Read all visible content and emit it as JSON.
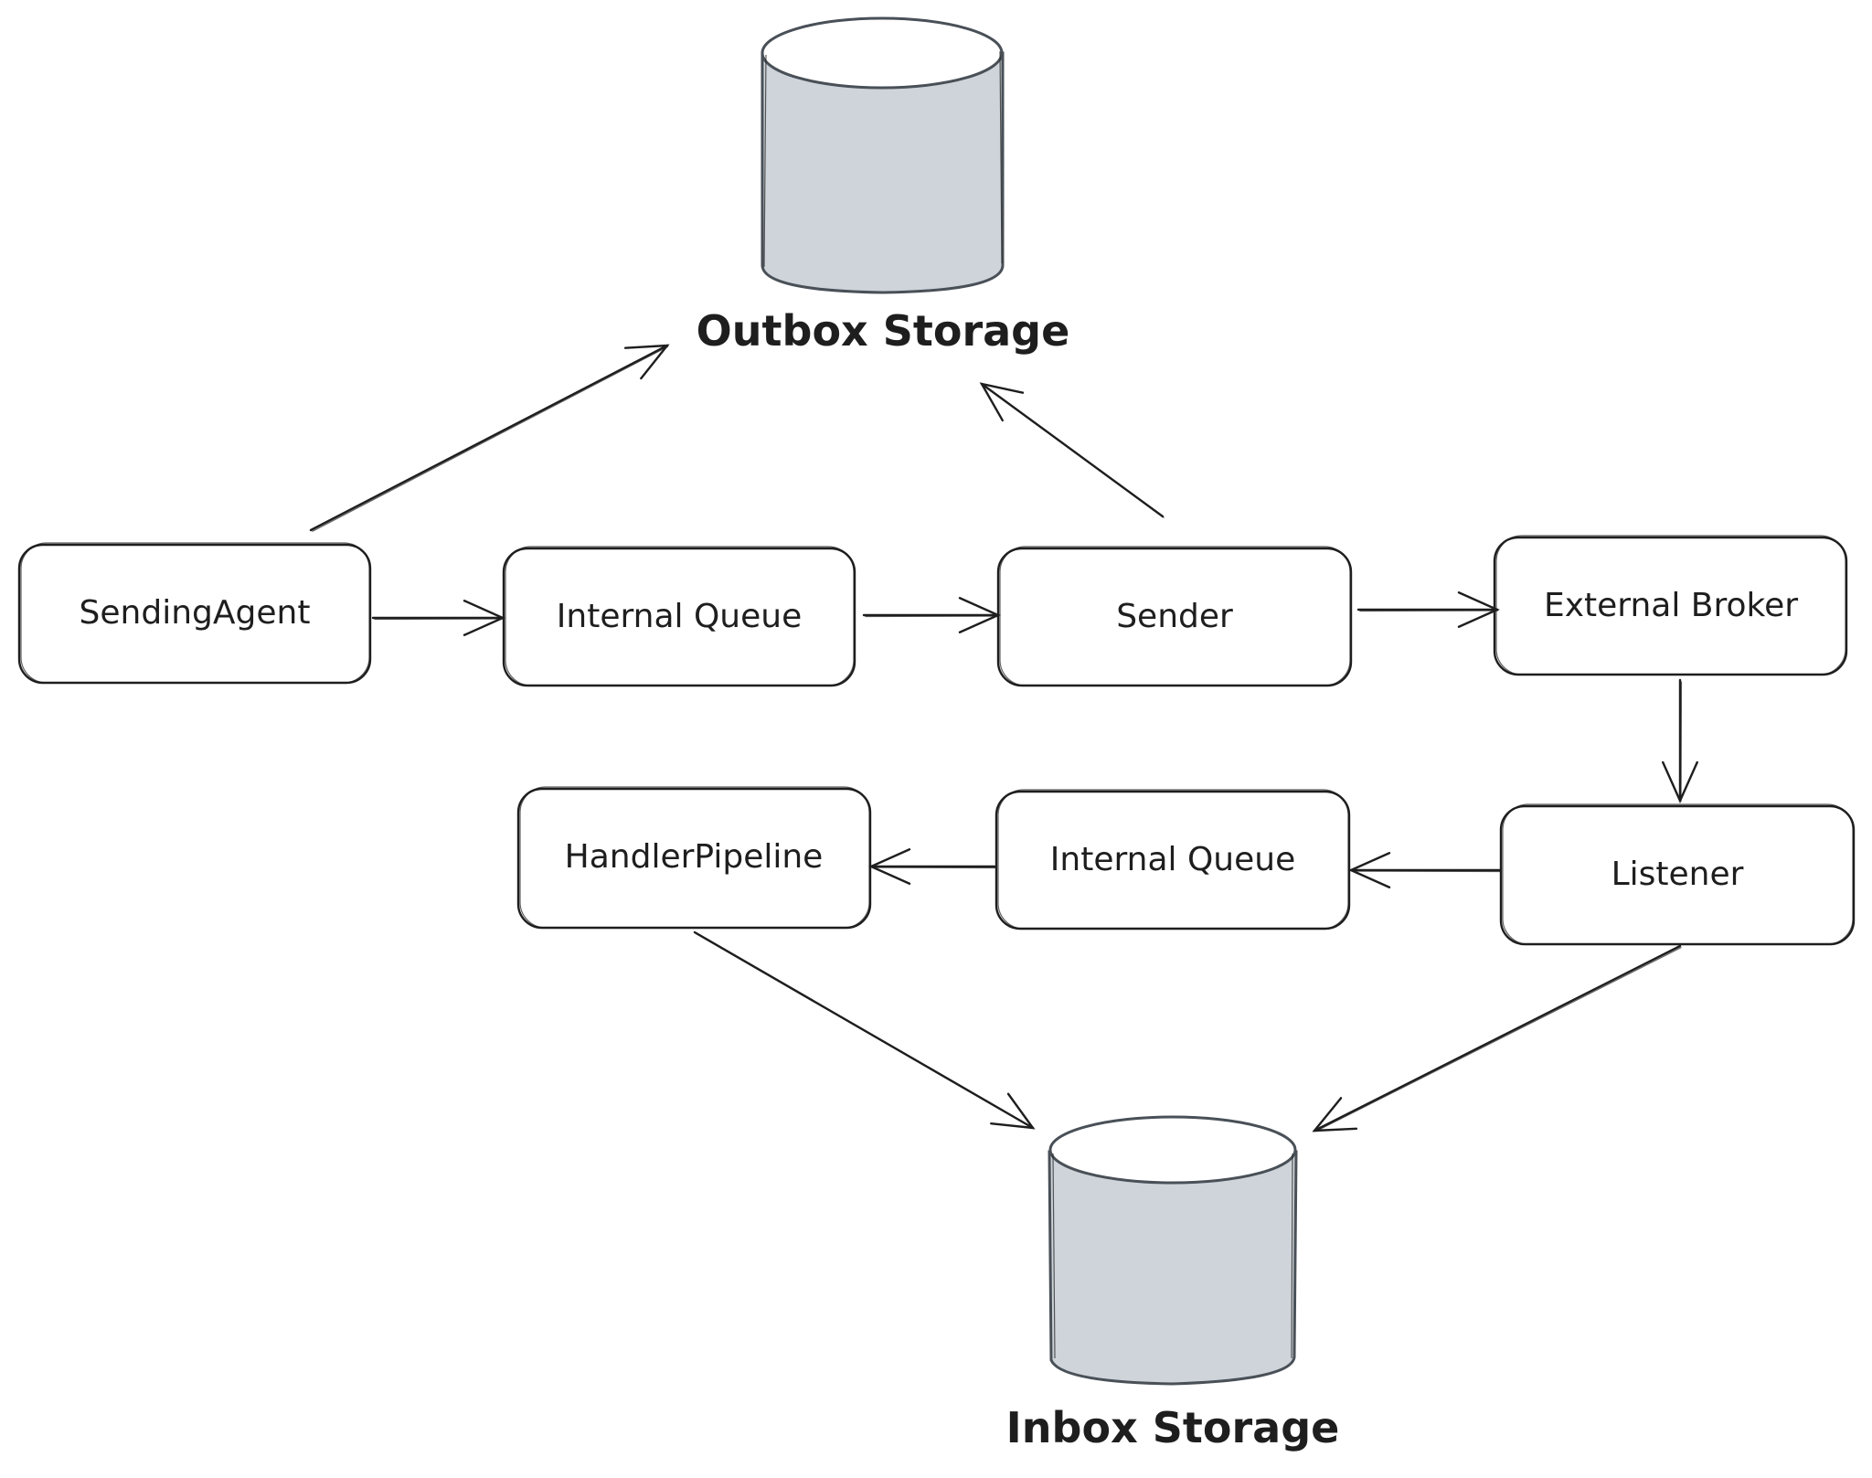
{
  "diagram": {
    "type": "flowchart",
    "style": "hand-drawn",
    "colors": {
      "stroke": "#1e1e1e",
      "storage_fill": "#ced4da",
      "storage_stroke": "#495057",
      "background": "#ffffff"
    },
    "storages": {
      "outbox": {
        "label": "Outbox Storage"
      },
      "inbox": {
        "label": "Inbox Storage"
      }
    },
    "nodes": {
      "sending_agent": {
        "label": "SendingAgent"
      },
      "internal_queue_out": {
        "label": "Internal Queue"
      },
      "sender": {
        "label": "Sender"
      },
      "external_broker": {
        "label": "External Broker"
      },
      "listener": {
        "label": "Listener"
      },
      "internal_queue_in": {
        "label": "Internal Queue"
      },
      "handler_pipeline": {
        "label": "HandlerPipeline"
      }
    },
    "edges": [
      {
        "from": "SendingAgent",
        "to": "Outbox Storage"
      },
      {
        "from": "Sender",
        "to": "Outbox Storage"
      },
      {
        "from": "SendingAgent",
        "to": "Internal Queue"
      },
      {
        "from": "Internal Queue",
        "to": "Sender"
      },
      {
        "from": "Sender",
        "to": "External Broker"
      },
      {
        "from": "External Broker",
        "to": "Listener"
      },
      {
        "from": "Listener",
        "to": "Internal Queue"
      },
      {
        "from": "Internal Queue",
        "to": "HandlerPipeline"
      },
      {
        "from": "HandlerPipeline",
        "to": "Inbox Storage"
      },
      {
        "from": "Listener",
        "to": "Inbox Storage"
      }
    ]
  }
}
